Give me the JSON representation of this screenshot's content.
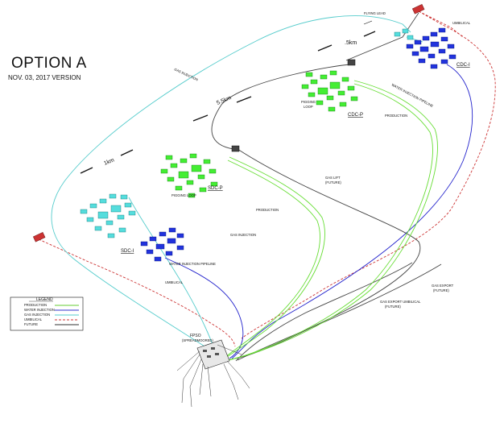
{
  "title": "OPTION A",
  "subtitle": "NOV. 03, 2017 VERSION",
  "labels": {
    "flying_lead": "FLYING LEAD",
    "umbilical_top": "UMBILICAL",
    "gas_injection_top": "GAS INJECTION",
    "dist_5km": ".5km",
    "dist_55km": "5.5km",
    "dist_1km": "1km",
    "cdc_i": "CDC-I",
    "cdc_p": "CDC-P",
    "pigging_loop_1": "PIGGING",
    "pigging_loop_2": "LOOP",
    "water_injection_top": "WATER INJECTION PIPELINE",
    "production_right": "PRODUCTION",
    "gas_lift_1": "GAS LIFT",
    "gas_lift_2": "(FUTURE)",
    "sdc_p": "SDC-P",
    "pigging_loop_sdc": "PIGGING LOOP",
    "production_mid": "PRODUCTION",
    "gas_injection_mid": "GAS INJECTION",
    "sdc_i": "SDC-I",
    "water_injection_left": "WATER INJECTION PIPELINE",
    "umbilical_left": "UMBILICAL",
    "gas_export_1": "GAS EXPORT",
    "gas_export_2": "(FUTURE)",
    "gas_export_umb_1": "GAS EXPORT UMBILICAL",
    "gas_export_umb_2": "(FUTURE)",
    "fpso_1": "FPSO",
    "fpso_2": "(SPREADMOORED)"
  },
  "legend": {
    "title": "LEGEND",
    "items": [
      {
        "label": "PRODUCTION",
        "color": "#66cc33",
        "style": "solid"
      },
      {
        "label": "WATER INJECTION",
        "color": "#3333cc",
        "style": "solid"
      },
      {
        "label": "GAS INJECTION",
        "color": "#55cccc",
        "style": "solid"
      },
      {
        "label": "UMBILICAL",
        "color": "#cc3333",
        "style": "dashed"
      },
      {
        "label": "FUTURE",
        "color": "#333333",
        "style": "solid"
      }
    ]
  },
  "colors": {
    "production": "#66dd33",
    "water_injection": "#2222cc",
    "gas_injection": "#55cccc",
    "umbilical": "#cc3333",
    "future": "#444444"
  }
}
